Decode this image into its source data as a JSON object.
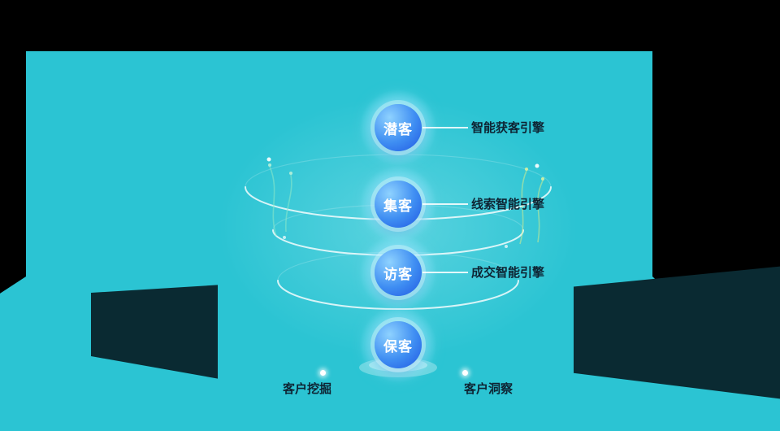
{
  "colors": {
    "bg": "#000000",
    "stage": "#2bc4d3",
    "panel": "#0a2a32",
    "ink": "#0e2433",
    "sphere-hi": "#8ed2ff",
    "sphere-mid": "#3e8df2",
    "sphere-lo": "#2157e2",
    "ring": "#ffffff"
  },
  "funnel_stages": [
    {
      "name": "潜客"
    },
    {
      "name": "集客"
    },
    {
      "name": "访客"
    },
    {
      "name": "保客"
    }
  ],
  "engine_labels": [
    {
      "text": "智能获客引擎"
    },
    {
      "text": "线索智能引擎"
    },
    {
      "text": "成交智能引擎"
    }
  ],
  "bottom_items": [
    {
      "text": "客户挖掘"
    },
    {
      "text": "客户洞察"
    }
  ]
}
